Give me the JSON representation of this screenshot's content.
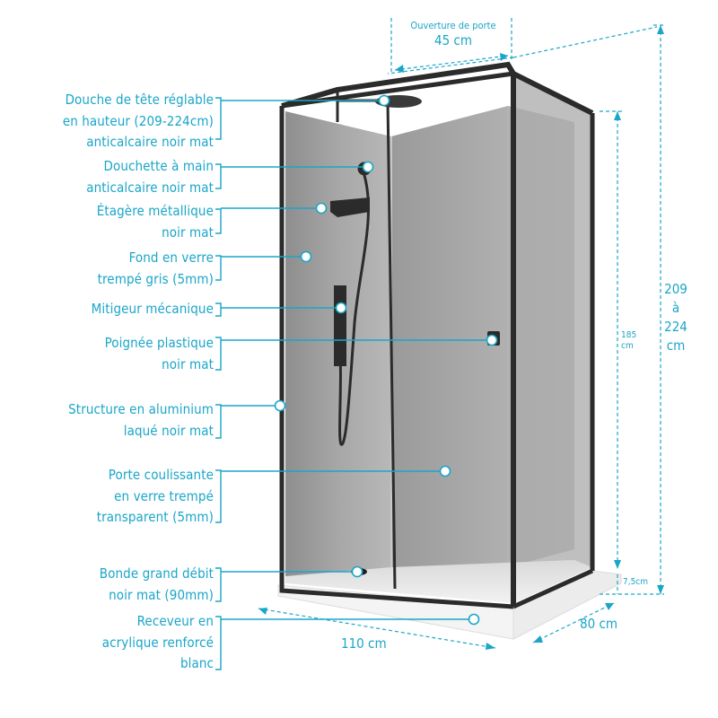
{
  "labels": {
    "head_shower": [
      "Douche de tête réglable",
      "en hauteur (209-224cm)",
      "anticalcaire noir mat"
    ],
    "hand_shower": [
      "Douchette à main",
      "anticalcaire noir mat"
    ],
    "shelf": [
      "Étagère métallique",
      "noir mat"
    ],
    "back_glass": [
      "Fond en verre",
      "trempé gris (5mm)"
    ],
    "mixer": [
      "Mitigeur mécanique"
    ],
    "handle": [
      "Poignée plastique",
      "noir mat"
    ],
    "structure": [
      "Structure en aluminium",
      "laqué noir mat"
    ],
    "sliding_door": [
      "Porte coulissante",
      "en verre trempé",
      "transparent (5mm)"
    ],
    "drain": [
      "Bonde grand débit",
      "noir mat (90mm)"
    ],
    "tray": [
      "Receveur en",
      "acrylique renforcé",
      "blanc"
    ]
  },
  "dimensions": {
    "door_opening_title": "Ouverture de porte",
    "door_opening_value": "45 cm",
    "width": "110 cm",
    "depth": "80 cm",
    "glass_height_value": "185",
    "glass_height_unit": "cm",
    "tray_height": "7,5cm",
    "total_height": [
      "209",
      "à",
      "224",
      "cm"
    ]
  },
  "colors": {
    "accent": "#1aa6c8",
    "frame": "#2b2b2b",
    "glass_back": "#9a9a9a",
    "tray": "#f4f4f4"
  }
}
